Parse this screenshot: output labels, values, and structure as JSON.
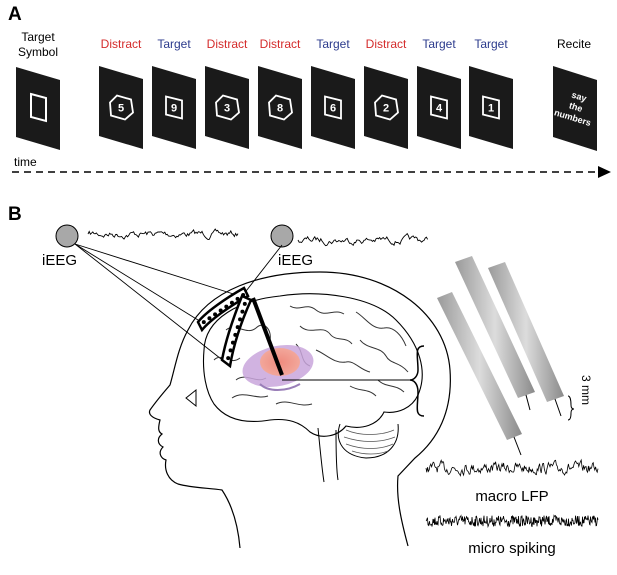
{
  "panel_a": {
    "letter": "A",
    "target_symbol_label_line1": "Target",
    "target_symbol_label_line2": "Symbol",
    "sequence": [
      {
        "type": "Distract",
        "digit": "5",
        "shape": "hexagon"
      },
      {
        "type": "Target",
        "digit": "9",
        "shape": "square"
      },
      {
        "type": "Distract",
        "digit": "3",
        "shape": "hexagon"
      },
      {
        "type": "Distract",
        "digit": "8",
        "shape": "hexagon"
      },
      {
        "type": "Target",
        "digit": "6",
        "shape": "square"
      },
      {
        "type": "Distract",
        "digit": "2",
        "shape": "hexagon"
      },
      {
        "type": "Target",
        "digit": "4",
        "shape": "square"
      },
      {
        "type": "Target",
        "digit": "1",
        "shape": "square"
      }
    ],
    "recite_label": "Recite",
    "recite_card_lines": [
      "say",
      "the",
      "numbers"
    ],
    "time_label": "time",
    "colors": {
      "distract": "#d42b2b",
      "target": "#2b3a8c",
      "card": "#1a1a1a"
    }
  },
  "panel_b": {
    "letter": "B",
    "ieeg_label_left": "iEEG",
    "ieeg_label_right": "iEEG",
    "scale_label": "3 mm",
    "macro_label": "macro LFP",
    "micro_label": "micro spiking",
    "colors": {
      "electrode_circle": "#a8a8a8",
      "hippocampus": "#e58a80",
      "mtl": "#b89ad0"
    }
  }
}
